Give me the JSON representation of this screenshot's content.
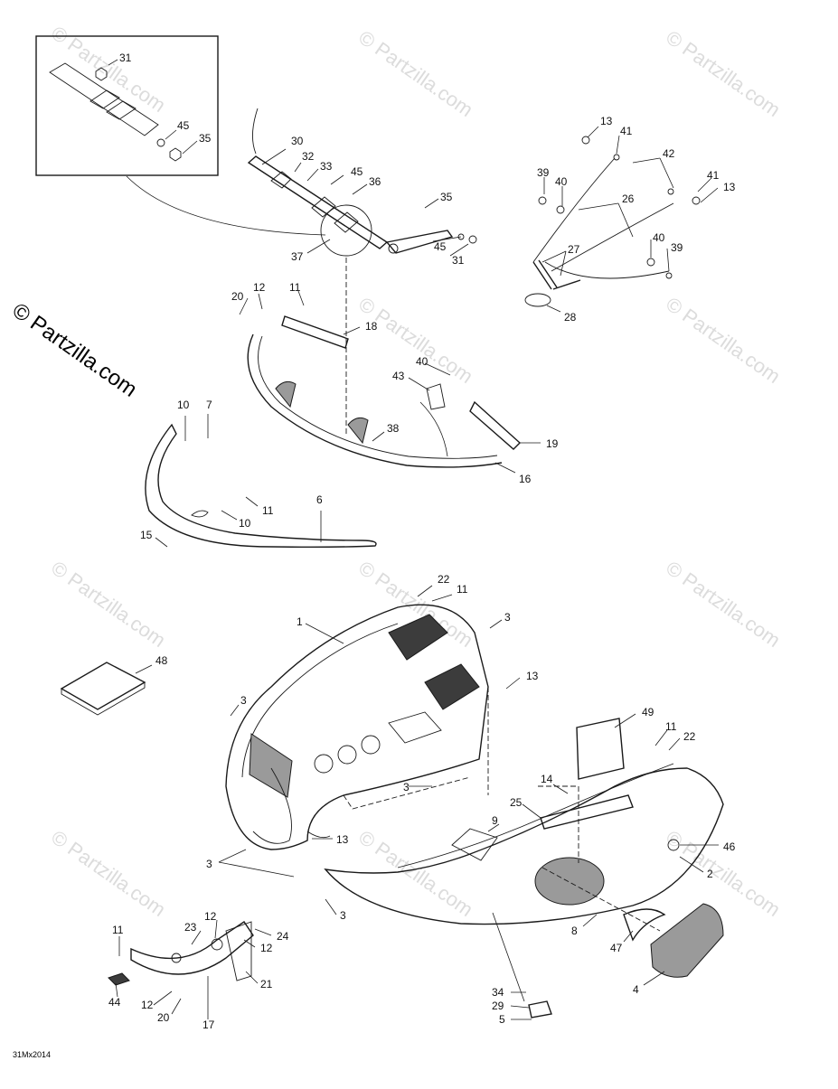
{
  "watermark": "© Partzilla.com",
  "copyright_label": "© Partzilla.com",
  "diagram_code": "31Mx2014",
  "callouts": {
    "c31a": "31",
    "c45a": "45",
    "c35a": "35",
    "c30": "30",
    "c32": "32",
    "c33": "33",
    "c45b": "45",
    "c36": "36",
    "c35b": "35",
    "c45c": "45",
    "c31b": "31",
    "c37": "37",
    "c13a": "13",
    "c41a": "41",
    "c42": "42",
    "c39a": "39",
    "c40a": "40",
    "c26": "26",
    "c41b": "41",
    "c13b": "13",
    "c27": "27",
    "c40b": "40",
    "c39b": "39",
    "c28": "28",
    "c20a": "20",
    "c12a": "12",
    "c11a": "11",
    "c18": "18",
    "c40c": "40",
    "c43": "43",
    "c38": "38",
    "c19": "19",
    "c16": "16",
    "c10a": "10",
    "c7": "7",
    "c6": "6",
    "c11b": "11",
    "c10b": "10",
    "c15": "15",
    "c22a": "22",
    "c11c": "11",
    "c1": "1",
    "c3a": "3",
    "c13c": "13",
    "c48": "48",
    "c3b": "3",
    "c49": "49",
    "c11d": "11",
    "c22b": "22",
    "c3c": "3",
    "c14": "14",
    "c25": "25",
    "c9": "9",
    "c13d": "13",
    "c46": "46",
    "c3d": "3",
    "c2": "2",
    "c3e": "3",
    "c11e": "11",
    "c12b": "12",
    "c23": "23",
    "c24": "24",
    "c12c": "12",
    "c21": "21",
    "c44": "44",
    "c12d": "12",
    "c20b": "20",
    "c17": "17",
    "c8": "8",
    "c47": "47",
    "c4": "4",
    "c34": "34",
    "c29": "29",
    "c5": "5"
  }
}
